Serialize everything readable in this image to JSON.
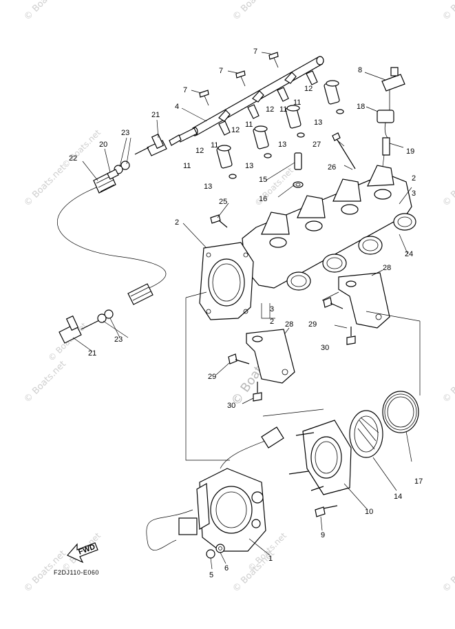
{
  "watermark": {
    "corner_text": "© Boats.net",
    "center_text": "© Boats.net"
  },
  "diagram_code": "F2DJ110-E060",
  "fwd_label": "FWD",
  "callouts": [
    {
      "id": "c7a",
      "text": "7"
    },
    {
      "id": "c7b",
      "text": "7"
    },
    {
      "id": "c7c",
      "text": "7"
    },
    {
      "id": "c8",
      "text": "8"
    },
    {
      "id": "c12a",
      "text": "12"
    },
    {
      "id": "c11a",
      "text": "11"
    },
    {
      "id": "c4",
      "text": "4"
    },
    {
      "id": "c12b",
      "text": "12"
    },
    {
      "id": "c11b",
      "text": "11"
    },
    {
      "id": "c18",
      "text": "18"
    },
    {
      "id": "c21a",
      "text": "21"
    },
    {
      "id": "c12c",
      "text": "12"
    },
    {
      "id": "c11c",
      "text": "11"
    },
    {
      "id": "c13a",
      "text": "13"
    },
    {
      "id": "c23a",
      "text": "23"
    },
    {
      "id": "c20",
      "text": "20"
    },
    {
      "id": "c12d",
      "text": "12"
    },
    {
      "id": "c11d",
      "text": "11"
    },
    {
      "id": "c13b",
      "text": "13"
    },
    {
      "id": "c27",
      "text": "27"
    },
    {
      "id": "c19",
      "text": "19"
    },
    {
      "id": "c22",
      "text": "22"
    },
    {
      "id": "c11e",
      "text": "11"
    },
    {
      "id": "c13c",
      "text": "13"
    },
    {
      "id": "c26",
      "text": "26"
    },
    {
      "id": "c15",
      "text": "15"
    },
    {
      "id": "c2a",
      "text": "2"
    },
    {
      "id": "c3a",
      "text": "3"
    },
    {
      "id": "c13d",
      "text": "13"
    },
    {
      "id": "c16",
      "text": "16"
    },
    {
      "id": "c25",
      "text": "25"
    },
    {
      "id": "c2b",
      "text": "2"
    },
    {
      "id": "c24",
      "text": "24"
    },
    {
      "id": "c28a",
      "text": "28"
    },
    {
      "id": "c3b",
      "text": "3"
    },
    {
      "id": "c2c",
      "text": "2"
    },
    {
      "id": "c29a",
      "text": "29"
    },
    {
      "id": "c28b",
      "text": "28"
    },
    {
      "id": "c23b",
      "text": "23"
    },
    {
      "id": "c30a",
      "text": "30"
    },
    {
      "id": "c21b",
      "text": "21"
    },
    {
      "id": "c29b",
      "text": "29"
    },
    {
      "id": "c30b",
      "text": "30"
    },
    {
      "id": "c17",
      "text": "17"
    },
    {
      "id": "c14",
      "text": "14"
    },
    {
      "id": "c10",
      "text": "10"
    },
    {
      "id": "c9",
      "text": "9"
    },
    {
      "id": "c1",
      "text": "1"
    },
    {
      "id": "c5",
      "text": "5"
    },
    {
      "id": "c6",
      "text": "6"
    }
  ]
}
